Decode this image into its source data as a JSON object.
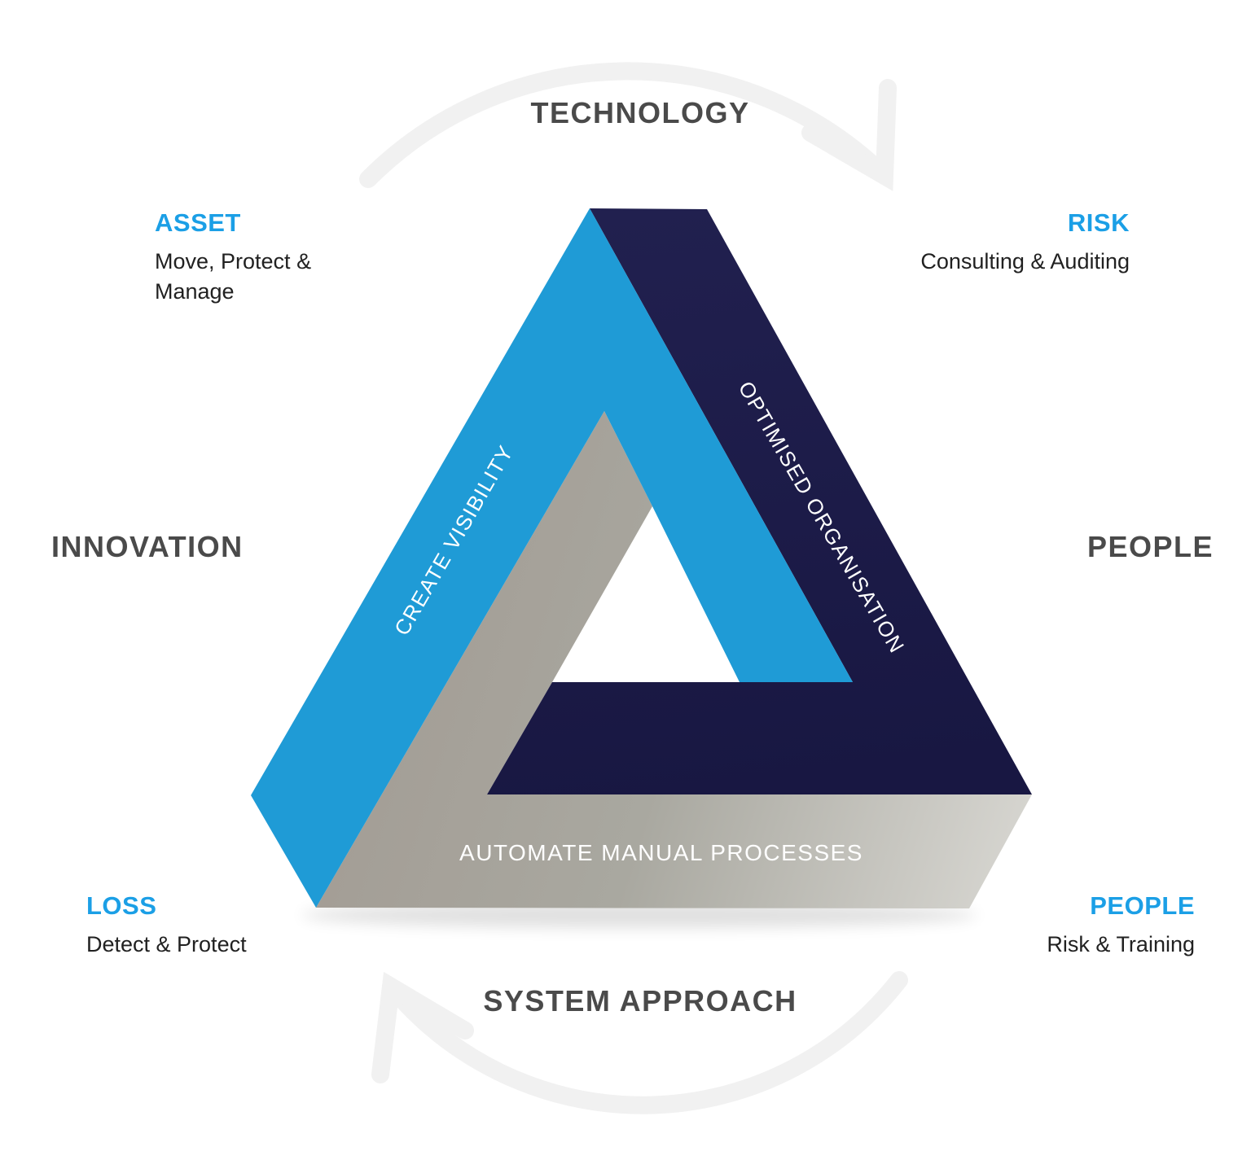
{
  "colors": {
    "accent_blue": "#1B9FE6",
    "triangle_blue": "#1F9BD6",
    "triangle_navy": "#1C1B4B",
    "triangle_gray": "#A9A8A0",
    "heading_gray": "#4A4A4A",
    "body_text": "#212121",
    "arc_gray": "#F1F1F1"
  },
  "outer_labels": {
    "top": "TECHNOLOGY",
    "left": "INNOVATION",
    "right": "PEOPLE",
    "bottom": "SYSTEM APPROACH"
  },
  "corner_labels": {
    "top_left": {
      "title": "ASSET",
      "desc": "Move, Protect & Manage"
    },
    "top_right": {
      "title": "RISK",
      "desc": "Consulting & Auditing"
    },
    "bottom_left": {
      "title": "LOSS",
      "desc": "Detect & Protect"
    },
    "bottom_right": {
      "title": "PEOPLE",
      "desc": "Risk & Training"
    }
  },
  "triangle_labels": {
    "left_side": "CREATE VISIBILITY",
    "right_side": "OPTIMISED ORGANISATION",
    "bottom_side": "AUTOMATE MANUAL PROCESSES"
  }
}
